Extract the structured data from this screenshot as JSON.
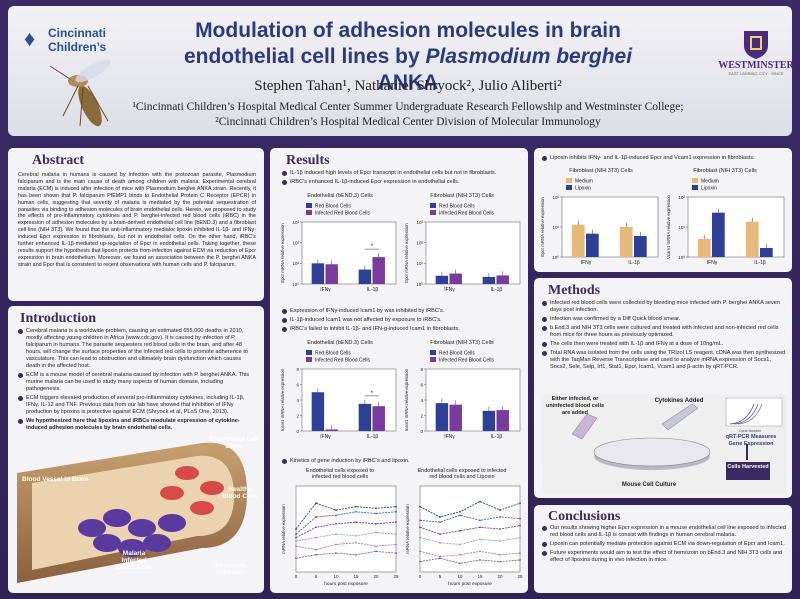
{
  "header": {
    "title_line1": "Modulation of adhesion molecules in brain",
    "title_line2_a": "endothelial cell lines by ",
    "title_line2_b": "Plasmodium berghei",
    "title_line2_c": " ANKA",
    "authors": "Stephen Tahan¹, Nathaniel Shryock², Julio Aliberti²",
    "affil1": "¹Cincinnati Children’s Hospital Medical Center Summer Undergraduate Research Fellowship and Westminster College;",
    "affil2": "²Cincinnati Children’s Hospital Medical Center Division of Molecular Immunology",
    "logo_left": "Cincinnati Children’s",
    "logo_right": "WESTMINSTER",
    "logo_right_sub": "EAST LANSING CITY · SINCE"
  },
  "abstract": {
    "heading": "Abstract",
    "text": "Cerebral malaria in humans is caused by infection with the protozoan parasite, Plasmodium falciparum and is the main cause of death among children with malaria. Experimental cerebral malaria (ECM) is induced after infection of mice with Plasmodium berghei ANKA strain. Recently, it has been shown that P. falciparum PfEMP1 binds to Endothelial Protein C Receptor (EPCR) in human cells, suggesting that severity of malaria is mediated by the potential sequestration of parasites via binding to adhesion molecules of brain endothelial cells. Herein, we proposed to study the effects of pro-inflammatory cytokines and P. berghei-infected red blood cells (iRBC) in the expression of adhesion molecules by a brain-derived endothelial cell line (bEND.3) and a fibroblast cell line (NIH 3T3). We found that the anti-inflammatory mediator lipoxin inhibited IL-1β- and IFNγ-induced Epcr expression in fibroblasts, but not in endothelial cells. On the other hand, iRBC’s further enhanced IL-1β-mediated up-regulation of Epcr in endothelial cells. Taking together, these results support the hypothesis that lipoxin protects from infection against ECM via reduction of Epcr expression in brain endothelium. Moreover, we found an association between the P. berghei ANKA strain and Epcr that is consistent to recent observations with human cells and P. falciparum."
  },
  "introduction": {
    "heading": "Introduction",
    "items": [
      "Cerebral malaria is a worldwide problem, causing an estimated 655,000 deaths in 2010, mostly affecting young children in Africa (www.cdc.gov). It is caused by infection of P. falciparum in humans. The parasite sequesters red blood cells in the brain, and after 48 hours, will change the surface properties of the infected red cells to promote adherence to vasculature. This can lead to obstruction and ultimately brain dysfunction which causes death in the affected host.",
      "ECM is a mouse model of cerebral malaria caused by infection with P. berghei ANKA. This murine malaria can be used to study many aspects of human disease, including pathogenesis.",
      "ECM triggers elevated production of several pro-inflammatory cytokines, including IL-1β, IFNγ, IL-12 and TNF. Previous data from our lab have showed that inhibition of IFNγ production by lipoxins is protective against ECM (Shryock et al, PLoS One, 2013).",
      "We hypothesized here that lipoxins and iRBCs modulate expression of cytokine-induced adhesion molecules by brain endothelial cells."
    ],
    "illus": {
      "vessel": "Blood Vessel in Brain",
      "layer": "Endothelial Cell Layer",
      "healthy": "Healthy Blood Cells",
      "infected": "Malaria Infected Blood Cells",
      "abnormal": "Abnormal Adhesion"
    }
  },
  "results": {
    "heading": "Results",
    "p1": {
      "items": [
        "IL-1β induced high levels of Epcr transcript in endothelial cells but not in fibroblasts.",
        "iRBC’s enhanced IL-1β-induced Epcr expression in endothelial cells."
      ],
      "charts": [
        {
          "title": "Endothelial (bEND.3) Cells",
          "ylabel": "Epcr mRNA relative expression",
          "legend": [
            "Red Blood Cells",
            "Infected Red Blood Cells"
          ],
          "categories": [
            "IFNγ",
            "IL-1β"
          ]
        },
        {
          "title": "Fibroblast (NIH 3T3) Cells",
          "ylabel": "Epcr mRNA relative expression",
          "legend": [
            "Red Blood Cells",
            "Infected Red Blood Cells"
          ],
          "categories": [
            "IFNγ",
            "IL-1β"
          ]
        }
      ],
      "sig": "*"
    },
    "p2": {
      "items": [
        "Expression of IFNγ-induced Icam1 by was inhibited by iRBC’s.",
        "IL-1β-induced Icam1 was not affected by exposure to iRBC’s.",
        "iRBC’s failed to inhibit IL-1β- and IFN-g-induced Icam1 in fibroblasts."
      ],
      "charts": [
        {
          "title": "Endothelial (bEND.3) Cells",
          "ylabel": "Icam1 mRNA relative expression",
          "legend": [
            "Red Blood Cells",
            "Infected Red Blood Cells"
          ],
          "categories": [
            "IFNγ",
            "IL-1β"
          ]
        },
        {
          "title": "Fibroblast (NIH 3T3) Cells",
          "ylabel": "Icam1 mRNA relative expression",
          "legend": [
            "Red Blood Cells",
            "Infected Red Blood Cells"
          ],
          "categories": [
            "IFNγ",
            "IL-1β"
          ]
        }
      ],
      "sig": "*"
    },
    "p3": {
      "item": "Kinetics of gene induction by iRBC’s and lipoxin.",
      "charts": [
        {
          "title1": "Endothelial cells exposed to",
          "title2": "infected red blood cells",
          "xlabel": "hours post exposure",
          "ylabel": "mRNA relative expression",
          "xticks": [
            "0",
            "5",
            "10",
            "15",
            "20",
            "25"
          ]
        },
        {
          "title1": "Endothelial cells exposed to infected",
          "title2": "red blood cells and Lipoxin",
          "xlabel": "hours post exposure",
          "ylabel": "mRNA relative expression",
          "xticks": [
            "0",
            "5",
            "10",
            "15",
            "20",
            "25"
          ]
        }
      ]
    },
    "p4": {
      "item": "Lipoxin inhibits IFNγ- and IL-1β-induced Epcr and Vcam1 expression in fibroblasts.",
      "charts": [
        {
          "title": "Fibroblast (NIH 3T3) Cells",
          "ylabel": "Epcr mRNA relative expression",
          "legend": [
            "Medium",
            "Lipoxin"
          ],
          "categories": [
            "IFNγ",
            "IL-1β"
          ]
        },
        {
          "title": "Fibroblast (NIH 3T3) Cells",
          "ylabel": "Vcam1 mRNA relative expression",
          "legend": [
            "Medium",
            "Lipoxin"
          ],
          "categories": [
            "IFNγ",
            "IL-1β"
          ]
        }
      ]
    }
  },
  "chart_data": [
    {
      "type": "bar",
      "title": "Endothelial (bEND.3) Cells",
      "ylabel": "Epcr mRNA relative expression",
      "categories": [
        "IFNγ",
        "IL-1β"
      ],
      "series": [
        {
          "name": "Red Blood Cells",
          "values": [
            10,
            5
          ]
        },
        {
          "name": "Infected Red Blood Cells",
          "values": [
            9,
            20
          ]
        }
      ],
      "scale": "log",
      "ylim": [
        1,
        1000
      ],
      "colors": [
        "#2e3f96",
        "#7b3a9e"
      ]
    },
    {
      "type": "bar",
      "title": "Fibroblast (NIH 3T3) Cells",
      "ylabel": "Epcr mRNA relative expression",
      "categories": [
        "IFNγ",
        "IL-1β"
      ],
      "series": [
        {
          "name": "Red Blood Cells",
          "values": [
            2.5,
            2.2
          ]
        },
        {
          "name": "Infected Red Blood Cells",
          "values": [
            3.2,
            2.6
          ]
        }
      ],
      "scale": "log",
      "ylim": [
        1,
        1000
      ],
      "colors": [
        "#2e3f96",
        "#7b3a9e"
      ]
    },
    {
      "type": "bar",
      "title": "Endothelial (bEND.3) Cells",
      "ylabel": "Icam1 mRNA relative expression",
      "categories": [
        "IFNγ",
        "IL-1β"
      ],
      "series": [
        {
          "name": "Red Blood Cells",
          "values": [
            5,
            3.5
          ]
        },
        {
          "name": "Infected Red Blood Cells",
          "values": [
            0.2,
            3.2
          ]
        }
      ],
      "scale": "linear",
      "ylim": [
        0,
        8
      ],
      "colors": [
        "#2e3f96",
        "#7b3a9e"
      ]
    },
    {
      "type": "bar",
      "title": "Fibroblast (NIH 3T3) Cells",
      "ylabel": "Icam1 mRNA relative expression",
      "categories": [
        "IFNγ",
        "IL-1β"
      ],
      "series": [
        {
          "name": "Red Blood Cells",
          "values": [
            3.6,
            2.6
          ]
        },
        {
          "name": "Infected Red Blood Cells",
          "values": [
            3.4,
            2.7
          ]
        }
      ],
      "scale": "linear",
      "ylim": [
        0,
        8
      ],
      "colors": [
        "#2e3f96",
        "#7b3a9e"
      ]
    },
    {
      "type": "bar",
      "title": "Fibroblast (NIH 3T3) Cells",
      "ylabel": "Epcr mRNA relative expression",
      "categories": [
        "IFNγ",
        "IL-1β"
      ],
      "series": [
        {
          "name": "Medium",
          "values": [
            12,
            10
          ]
        },
        {
          "name": "Lipoxin",
          "values": [
            6,
            5
          ]
        }
      ],
      "scale": "log",
      "ylim": [
        1,
        100
      ],
      "colors": [
        "#e6b87a",
        "#2e3f96"
      ]
    },
    {
      "type": "bar",
      "title": "Fibroblast (NIH 3T3) Cells",
      "ylabel": "Vcam1 mRNA relative expression",
      "categories": [
        "IFNγ",
        "IL-1β"
      ],
      "series": [
        {
          "name": "Medium",
          "values": [
            4,
            15
          ]
        },
        {
          "name": "Lipoxin",
          "values": [
            30,
            2
          ]
        }
      ],
      "scale": "log",
      "ylim": [
        1,
        100
      ],
      "colors": [
        "#e6b87a",
        "#2e3f96"
      ]
    },
    {
      "type": "line",
      "title": "Endothelial cells exposed to infected red blood cells",
      "xlabel": "hours post exposure",
      "ylabel": "mRNA relative expression",
      "x": [
        0,
        5,
        10,
        15,
        20,
        25
      ],
      "series": [
        {
          "values": [
            2.5,
            4,
            3.6,
            3.8,
            3.7,
            3.8
          ],
          "color": "#2e3f96"
        },
        {
          "values": [
            2.2,
            3.2,
            3.3,
            3.5,
            3.4,
            3.5
          ],
          "color": "#4a5db0"
        },
        {
          "values": [
            2.0,
            2.6,
            2.8,
            2.9,
            2.8,
            2.9
          ],
          "color": "#7b3a9e"
        },
        {
          "values": [
            1.8,
            2.0,
            2.2,
            2.1,
            2.3,
            2.2
          ],
          "color": "#9b9bd0"
        },
        {
          "values": [
            1.5,
            1.3,
            1.6,
            1.7,
            1.5,
            1.6
          ],
          "color": "#a07ac0"
        },
        {
          "values": [
            0.8,
            1.0,
            1.1,
            1.0,
            1.2,
            1.1
          ],
          "color": "#6a6a9a"
        }
      ],
      "xlim": [
        0,
        25
      ],
      "ylim": [
        0,
        5
      ]
    },
    {
      "type": "line",
      "title": "Endothelial cells exposed to infected red blood cells and Lipoxin",
      "xlabel": "hours post exposure",
      "ylabel": "mRNA relative expression",
      "x": [
        0,
        5,
        10,
        15,
        20,
        25
      ],
      "series": [
        {
          "values": [
            3.8,
            3.2,
            3.5,
            4.1,
            3.6,
            4.0
          ],
          "color": "#2e3f96"
        },
        {
          "values": [
            3.0,
            2.9,
            3.3,
            3.0,
            3.2,
            3.1
          ],
          "color": "#4a5db0"
        },
        {
          "values": [
            2.6,
            2.2,
            2.4,
            2.6,
            2.5,
            2.7
          ],
          "color": "#7b3a9e"
        },
        {
          "values": [
            2.0,
            1.7,
            1.6,
            1.9,
            1.8,
            2.0
          ],
          "color": "#9b9bd0"
        },
        {
          "values": [
            1.2,
            0.9,
            1.0,
            1.2,
            1.0,
            1.1
          ],
          "color": "#a07ac0"
        },
        {
          "values": [
            0.6,
            0.8,
            0.5,
            0.7,
            0.6,
            0.7
          ],
          "color": "#6a6a9a"
        }
      ],
      "xlim": [
        0,
        25
      ],
      "ylim": [
        0,
        5
      ]
    }
  ],
  "methods": {
    "heading": "Methods",
    "items": [
      "Infected red blood cells were collected by bleeding mice infected with P. berghei ANKA seven days post infection.",
      "Infection was confirmed by a Diff Quick blood smear.",
      "b.End.3 and NIH 3T3 cells were cultured and treated with infected and non-infected red cells from mice for three hours as previously optimized.",
      "The cells then were treated with IL-1β and IFNγ at a dose of 10ng/mL.",
      "Total RNA was isolated from the cells using the TRIzol LS reagent. cDNA was then synthesized with the TaqMan Reverse Transcriptase and used to analyze mRNA expression of Socs1, Socs2, Sele, Selp, Irf1, Stat1, Epcr, Icam1, Vcam1 and β-actin by qRT-PCR."
    ],
    "diagram": {
      "either": "Either infected, or uninfected blood cells are added",
      "cytokines": "Cytokines Added",
      "culture": "Mouse Cell Culture",
      "qrt": "qRT-PCR Measures Gene Expression",
      "harvested": "Cells Harvested",
      "cycle": "Cycle Number"
    }
  },
  "conclusions": {
    "heading": "Conclusions",
    "items": [
      "Our results showing higher Epcr expression in a mouse endothelial cell line exposed to infected red blood cells and IL-1β is consist with findings in human cerebral malaria.",
      "Lipoxin can potentially mediate protection against ECM via down-regulation of Epcr and Icam1.",
      "Future experiments would aim to test the effect of hemozoin on bEnd.3 and NIH 3T3 cells and effect of lipoxins during in vivo infection in mice."
    ]
  }
}
